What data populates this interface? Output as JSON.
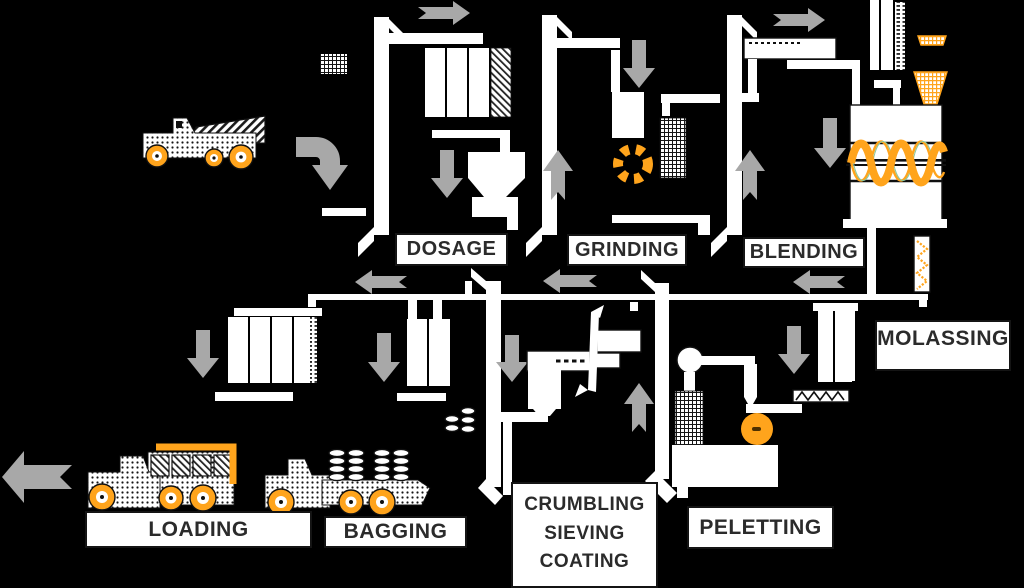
{
  "labels": {
    "dosage": "DOSAGE",
    "grinding": "GRINDING",
    "blending": "BLENDING",
    "molassing": "MOLASSING",
    "loading": "LOADING",
    "bagging": "BAGGING",
    "pelleting": "PELETTING",
    "crumbling_lines": [
      "CRUMBLING",
      "SIEVING",
      "COATING"
    ]
  },
  "colors": {
    "bg": "#000000",
    "shape": "#ffffff",
    "orange": "#FFA41C",
    "gray": "#A8A8A8",
    "text": "#2b2b2b",
    "border": "#141414"
  },
  "icon_names": [
    "raw-material-truck-icon",
    "intake-elbow-arrow-icon",
    "intake-grid-icon",
    "bucket-elevator-icon",
    "dosing-silos-icon",
    "weighing-hopper-icon",
    "hammer-mill-icon",
    "grinding-screen-icon",
    "rotary-sifter-icon",
    "blending-mixer-icon",
    "mixing-screw-icon",
    "cyclone-icon",
    "molasses-screw-icon",
    "distribution-conveyor-icon",
    "finished-product-silos-icon",
    "bagging-bins-icon",
    "pellet-dots-icon",
    "crumbler-sieve-icon",
    "pellet-mill-icon",
    "pellet-die-icon",
    "feeder-zigzag-icon",
    "loading-truck-icon",
    "bagging-truck-icon",
    "flow-arrow-right-icon",
    "flow-arrow-left-icon",
    "flow-arrow-down-icon",
    "flow-arrow-up-icon",
    "export-arrow-icon"
  ]
}
